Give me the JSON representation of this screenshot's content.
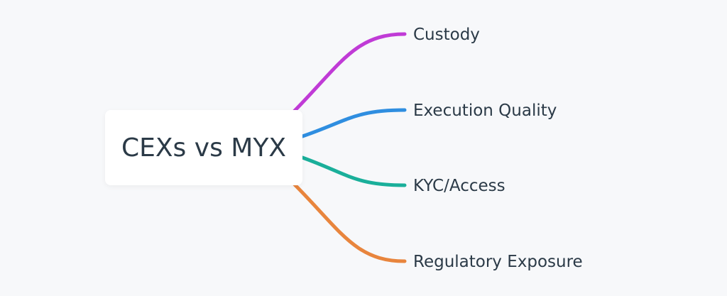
{
  "root": {
    "label": "CEXs vs MYX"
  },
  "branches": [
    {
      "label": "Custody",
      "color": "#c03bd6"
    },
    {
      "label": "Execution Quality",
      "color": "#2f8ee0"
    },
    {
      "label": "KYC/Access",
      "color": "#1aaf9a"
    },
    {
      "label": "Regulatory Exposure",
      "color": "#e8853d"
    }
  ]
}
